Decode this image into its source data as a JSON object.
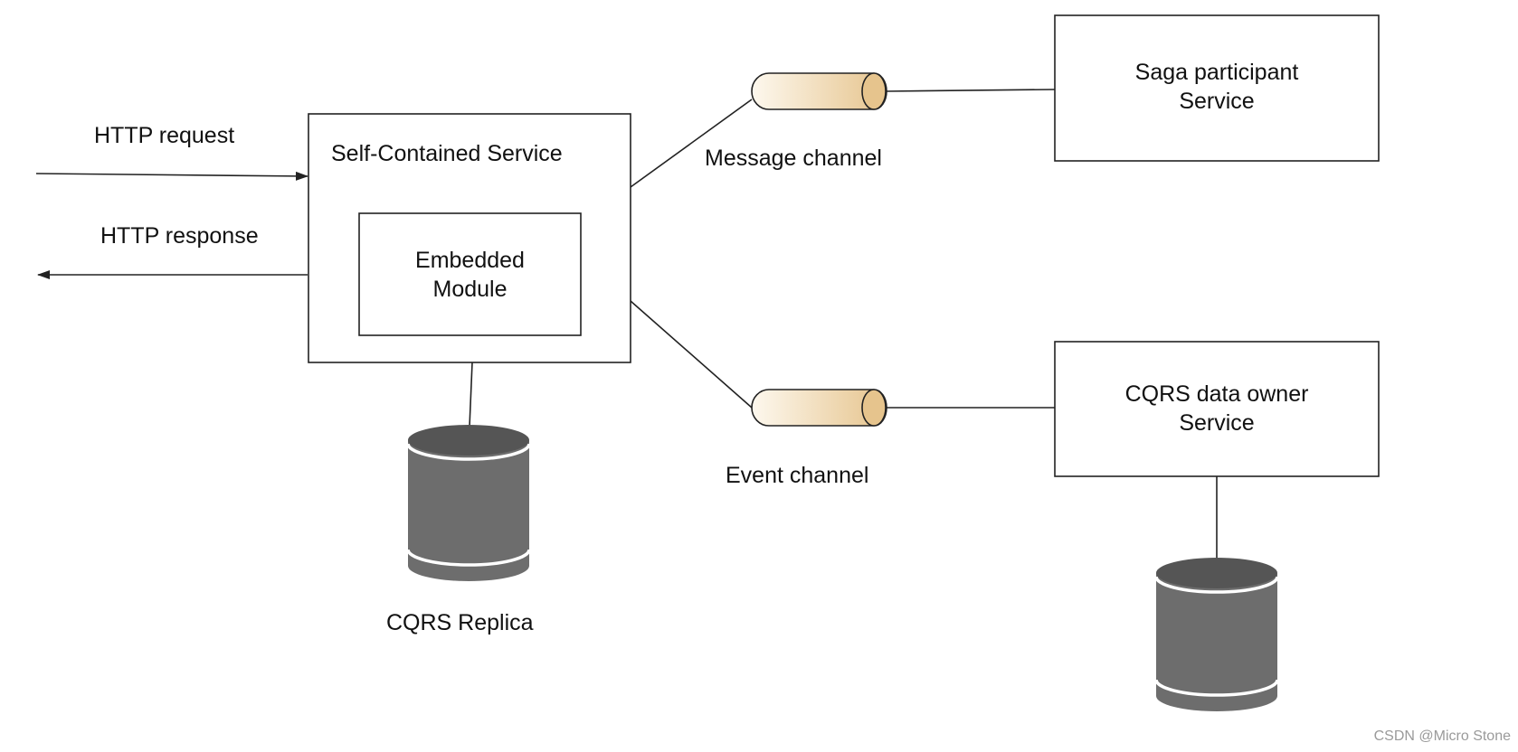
{
  "labels": {
    "http_request": "HTTP request",
    "http_response": "HTTP response",
    "self_contained_service": "Self-Contained Service",
    "embedded_module_line1": "Embedded",
    "embedded_module_line2": "Module",
    "message_channel": "Message channel",
    "event_channel": "Event channel",
    "saga_line1": "Saga participant",
    "saga_line2": "Service",
    "cqrs_owner_line1": "CQRS data owner",
    "cqrs_owner_line2": "Service",
    "cqrs_replica": "CQRS Replica"
  },
  "watermark": "CSDN @Micro Stone",
  "colors": {
    "line": "#222222",
    "channel_light": "#fdf8ee",
    "channel_dark": "#e6c48d",
    "database": "#6d6d6d",
    "database_top": "#555555"
  }
}
